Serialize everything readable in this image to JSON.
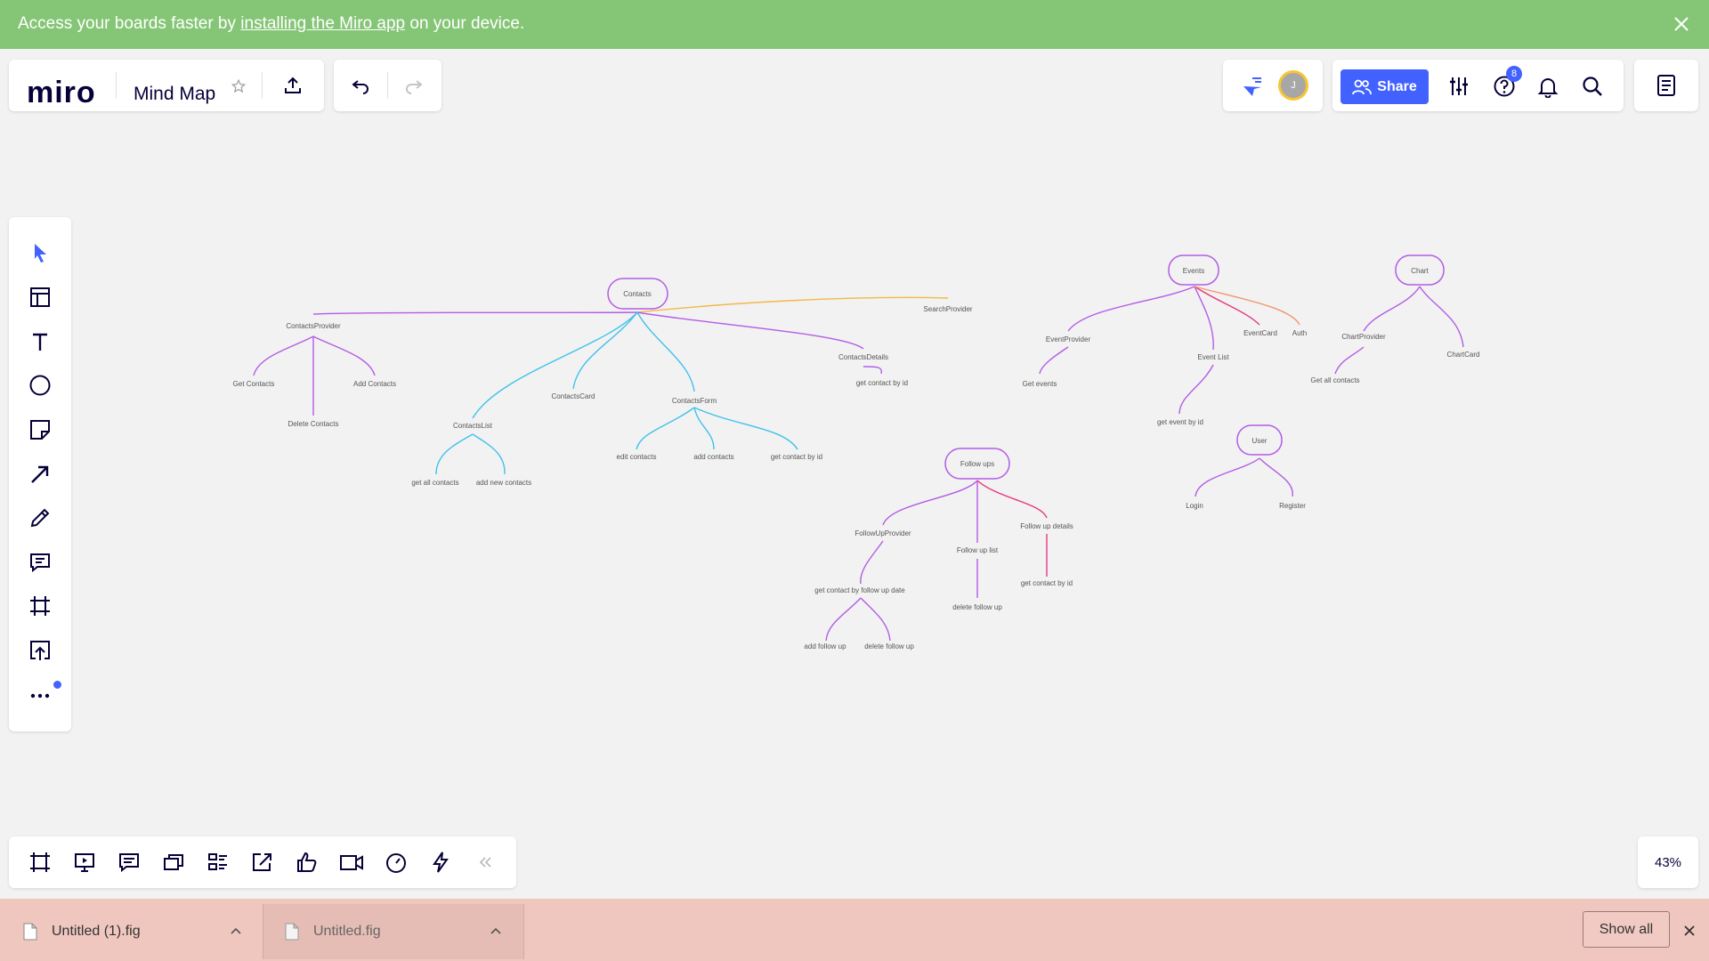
{
  "banner": {
    "prefix": "Access your boards faster by ",
    "link": "installing the Miro app",
    "suffix": " on your device."
  },
  "header": {
    "logo": "miro",
    "board_title": "Mind Map",
    "avatar_initial": "J",
    "share_label": "Share",
    "help_badge": "8"
  },
  "toolbar": {
    "left_tools": [
      "select-tool",
      "templates-tool",
      "text-tool",
      "shape-tool",
      "sticky-note-tool",
      "connection-line-tool",
      "pen-tool",
      "comment-tool",
      "frame-tool",
      "upload-tool",
      "more-tools"
    ],
    "bottom_tools": [
      "frames",
      "presentation",
      "comments",
      "cards",
      "list",
      "share-screen",
      "voting",
      "video",
      "timer",
      "integrations"
    ]
  },
  "mindmap": {
    "nodes": {
      "contacts": "Contacts",
      "contacts_provider": "ContactsProvider",
      "get_contacts": "Get Contacts",
      "add_contacts": "Add Contacts",
      "delete_contacts": "Delete Contacts",
      "contacts_list": "ContactsList",
      "get_all_contacts": "get all contacts",
      "add_new_contacts": "add new contacts",
      "contacts_card": "ContactsCard",
      "contacts_form": "ContactsForm",
      "edit_contacts": "edit contacts",
      "add_contacts_lc": "add contacts",
      "get_contact_by_id_form": "get contact by id",
      "contacts_details": "ContactsDetails",
      "get_contact_by_id_details": "get contact by id",
      "search_provider": "SearchProvider",
      "events": "Events",
      "event_provider": "EventProvider",
      "get_events": "Get events",
      "event_list": "Event List",
      "get_event_by_id": "get event by id",
      "event_card": "EventCard",
      "auth": "Auth",
      "chart": "Chart",
      "chart_provider": "ChartProvider",
      "get_all_contacts_chart": "Get all contacts",
      "chart_card": "ChartCard",
      "user": "User",
      "login": "Login",
      "register": "Register",
      "follow_ups": "Follow ups",
      "follow_up_provider": "FollowUpProvider",
      "get_contact_by_follow_up_date": "get contact by follow up date",
      "add_follow_up": "add follow up",
      "delete_follow_up_a": "delete follow up",
      "follow_up_list": "Follow up list",
      "delete_follow_up_b": "delete follow up",
      "follow_up_details": "Follow up details",
      "get_contact_by_id_fu": "get contact by id"
    }
  },
  "zoom": "43%",
  "downloads": {
    "items": [
      "Untitled (1).fig",
      "Untitled.fig"
    ],
    "show_all": "Show all"
  },
  "colors": {
    "banner": "#85c576",
    "brand_blue": "#4262ff",
    "purple_branch": "#b35ce6",
    "cyan_branch": "#3fc2ec",
    "orange_branch": "#f2b84b",
    "pink_branch": "#e8377f",
    "download_bar": "#efc7bf"
  }
}
